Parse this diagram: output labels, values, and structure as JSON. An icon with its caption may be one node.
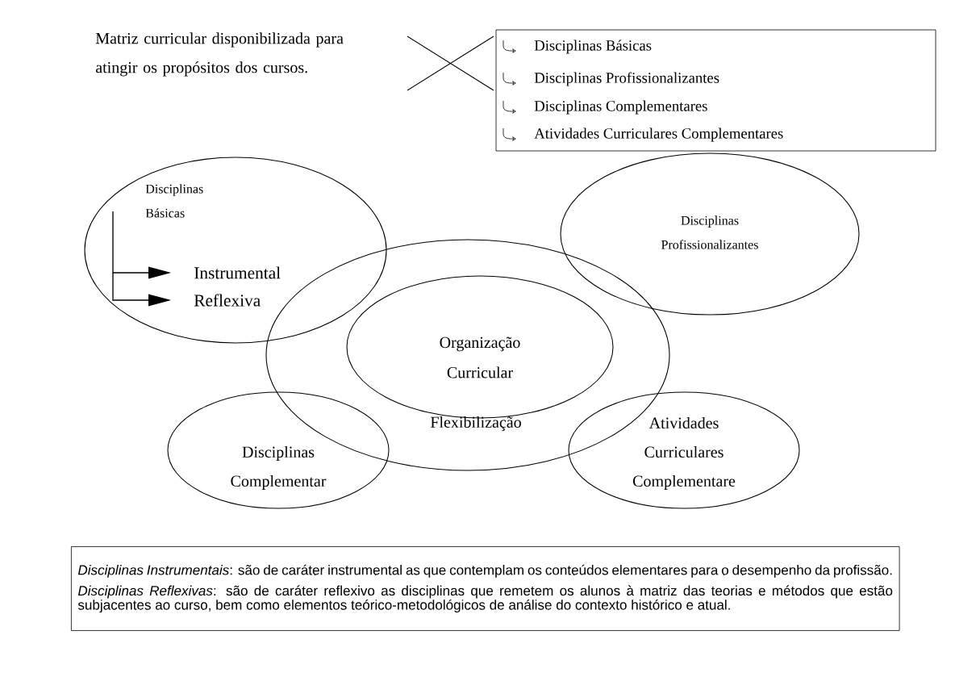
{
  "diagram": {
    "nodes": [
      {
        "text": [
          "Disciplinas Básicas",
          "Disciplinas Profissionalizantes",
          "Disciplinas Complementares",
          "Atividades Curriculares Complementares"
        ]
      },
      {
        "text": [
          "Disciplinas Básicas"
        ]
      },
      {
        "text": [
          "Instrumental"
        ],
        "in": 1
      },
      {
        "text": [
          "Reflexiva"
        ],
        "in": 1
      },
      {
        "text": [
          "Disciplinas Profissionalizantes"
        ]
      },
      {
        "text": [
          "Flexibilização"
        ]
      },
      {
        "text": [
          "Organização Curricular"
        ],
        "in": 5
      },
      {
        "text": [
          "Disciplinas Complementar"
        ]
      },
      {
        "text": [
          "Atividades Curriculares Complementare"
        ]
      },
      {
        "text": [
          "*Disciplinas Instrumentais*: são de caráter instrumental as que contemplam os conteúdos elementares para o desempenho da profissão.",
          "*Disciplinas Reflexivas*: são de caráter reflexivo as disciplinas que remetem os alunos à matriz das teorias e métodos que estão subjacentes ao curso, bem como elementos teórico-metodológicos de análise do contexto histórico e atual."
        ]
      }
    ],
    "edges": [
      {
        "from": null,
        "to": 2,
        "arrow": "to"
      },
      {
        "from": null,
        "to": 3,
        "arrow": "to"
      }
    ],
    "labels": [
      "Matriz curricular disponibilizada para atingir os propósitos dos cursos."
    ]
  }
}
